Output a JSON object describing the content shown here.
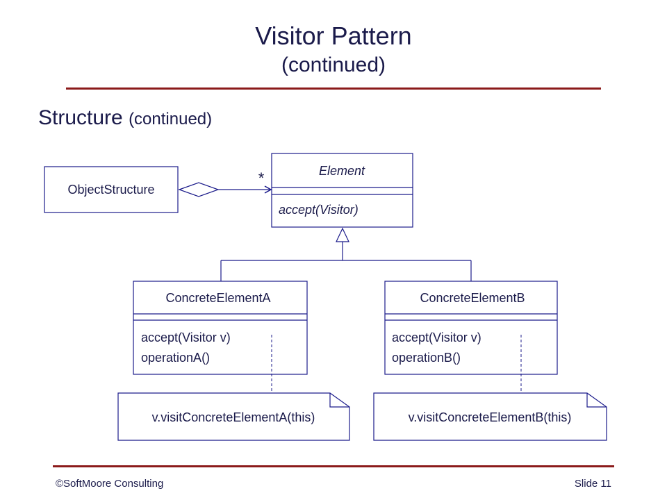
{
  "slide": {
    "title": "Visitor Pattern",
    "subtitle": "(continued)",
    "heading": "Structure",
    "heading_suffix": "(continued)",
    "footer_left": "©SoftMoore Consulting",
    "footer_right": "Slide 11",
    "accent_color": "#8b1a1a",
    "text_color": "#1a1a4a"
  },
  "diagram": {
    "object_structure": "ObjectStructure",
    "multiplicity": "*",
    "element": {
      "name": "Element",
      "method": "accept(Visitor)"
    },
    "concrete_a": {
      "name": "ConcreteElementA",
      "method1": "accept(Visitor v)",
      "method2": "operationA()"
    },
    "concrete_b": {
      "name": "ConcreteElementB",
      "method1": "accept(Visitor v)",
      "method2": "operationB()"
    },
    "note_a": "v.visitConcreteElementA(this)",
    "note_b": "v.visitConcreteElementB(this)"
  }
}
